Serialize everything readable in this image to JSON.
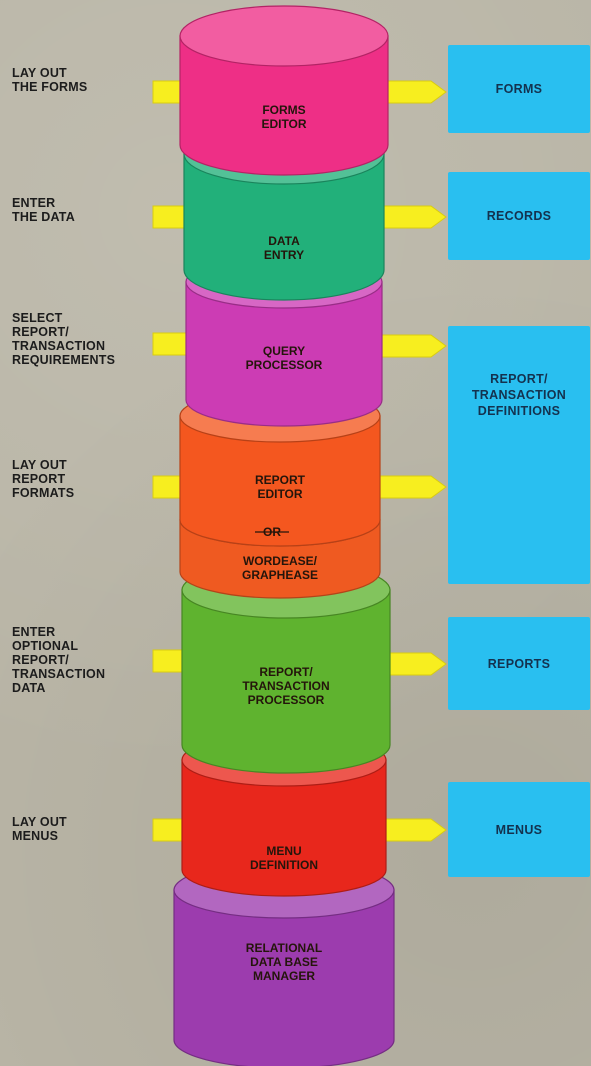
{
  "stack": {
    "forms_editor": [
      "FORMS",
      "EDITOR"
    ],
    "data_entry": [
      "DATA",
      "ENTRY"
    ],
    "query_processor": [
      "QUERY",
      "PROCESSOR"
    ],
    "report_editor": [
      "REPORT",
      "EDITOR"
    ],
    "or_text": "OR",
    "wordease": [
      "WORDEASE/",
      "GRAPHEASE"
    ],
    "transaction_processor": [
      "REPORT/",
      "TRANSACTION",
      "PROCESSOR"
    ],
    "menu_definition": [
      "MENU",
      "DEFINITION"
    ],
    "dbms": [
      "RELATIONAL",
      "DATA BASE",
      "MANAGER"
    ]
  },
  "inputs": {
    "forms": "LAY OUT\nTHE FORMS",
    "data": "ENTER\nTHE DATA",
    "select": "SELECT\nREPORT/\nTRANSACTION\nREQUIREMENTS",
    "report": "LAY OUT\nREPORT\nFORMATS",
    "optional": "ENTER\nOPTIONAL\nREPORT/\nTRANSACTION\nDATA",
    "menus": "LAY OUT\nMENUS"
  },
  "outputs": {
    "forms": "FORMS",
    "records": "RECORDS",
    "definitions": "REPORT/\nTRANSACTION\nDEFINITIONS",
    "reports": "REPORTS",
    "menus": "MENUS"
  },
  "colors": {
    "background": "#b9b5a6",
    "arrow": "#f7ee1f",
    "output_box": "#29bff0",
    "connector": "#2aa9e6",
    "forms_editor": "#ee2f86",
    "data_entry": "#22b07a",
    "query_processor": "#cc3cb4",
    "report_editor": "#f4571f",
    "wordease": "#ef5a21",
    "transaction_processor": "#5fb32f",
    "menu_definition": "#e8271c",
    "dbms": "#9c3cae"
  }
}
